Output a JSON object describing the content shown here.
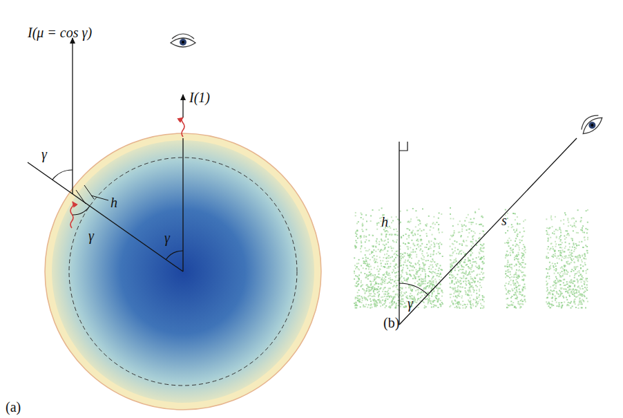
{
  "diagram": {
    "labels": [
      "I(μ = cos γ)",
      "I(1)",
      "γ",
      "h",
      "γ",
      "γ",
      "(a)",
      "h",
      "γ",
      "s",
      "(b)"
    ]
  }
}
